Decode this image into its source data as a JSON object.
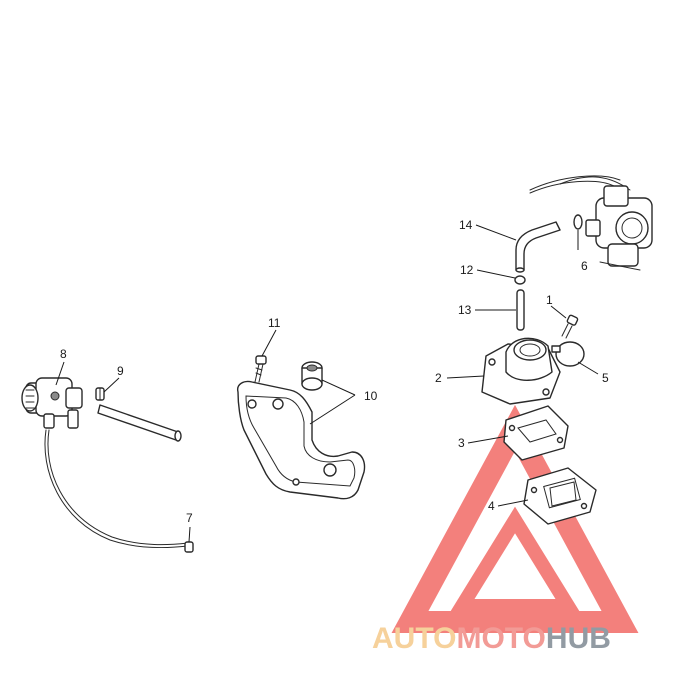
{
  "callouts": [
    {
      "id": "part-1",
      "number": "1"
    },
    {
      "id": "part-2",
      "number": "2"
    },
    {
      "id": "part-3",
      "number": "3"
    },
    {
      "id": "part-4",
      "number": "4"
    },
    {
      "id": "part-5",
      "number": "5"
    },
    {
      "id": "part-6",
      "number": "6"
    },
    {
      "id": "part-7",
      "number": "7"
    },
    {
      "id": "part-8",
      "number": "8"
    },
    {
      "id": "part-9",
      "number": "9"
    },
    {
      "id": "part-10",
      "number": "10"
    },
    {
      "id": "part-11",
      "number": "11"
    },
    {
      "id": "part-12",
      "number": "12"
    },
    {
      "id": "part-13",
      "number": "13"
    },
    {
      "id": "part-14",
      "number": "14"
    }
  ],
  "watermark": {
    "text_auto": "AUTO",
    "text_moto": "MOTO",
    "text_hub": "HUB",
    "colors": {
      "auto": "#f5c98a",
      "moto": "#f08a84",
      "hub": "#7f8a94",
      "triangle": "#f26a66"
    }
  }
}
